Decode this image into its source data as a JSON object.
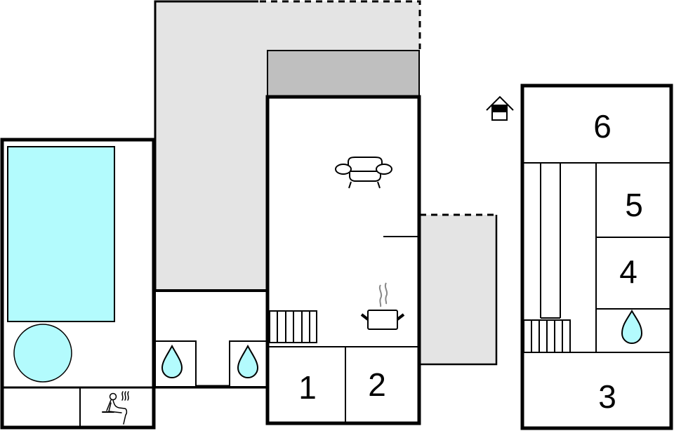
{
  "diagram": {
    "type": "floor-plan",
    "colors": {
      "wall": "#000000",
      "terrace": "#e4e4e4",
      "roofed_terrace": "#bfbfbf",
      "water": "#b3fbfd",
      "background": "#ffffff"
    },
    "rooms": [
      {
        "id": "1",
        "label": "1"
      },
      {
        "id": "2",
        "label": "2"
      },
      {
        "id": "3",
        "label": "3"
      },
      {
        "id": "4",
        "label": "4"
      },
      {
        "id": "5",
        "label": "5"
      },
      {
        "id": "6",
        "label": "6"
      }
    ],
    "icons": [
      {
        "name": "pool",
        "shape": "rectangle"
      },
      {
        "name": "hot-tub",
        "shape": "circle"
      },
      {
        "name": "sauna",
        "room": "pool-house"
      },
      {
        "name": "bathroom-drop",
        "room": "left-bath"
      },
      {
        "name": "bathroom-drop",
        "room": "right-bath"
      },
      {
        "name": "bathroom-drop",
        "room": "annex-bath"
      },
      {
        "name": "sofa",
        "room": "living"
      },
      {
        "name": "kitchen-pot",
        "room": "living"
      },
      {
        "name": "stairs",
        "room": "living"
      },
      {
        "name": "stairs",
        "room": "annex"
      },
      {
        "name": "house-entrance",
        "room": "annex"
      }
    ]
  }
}
